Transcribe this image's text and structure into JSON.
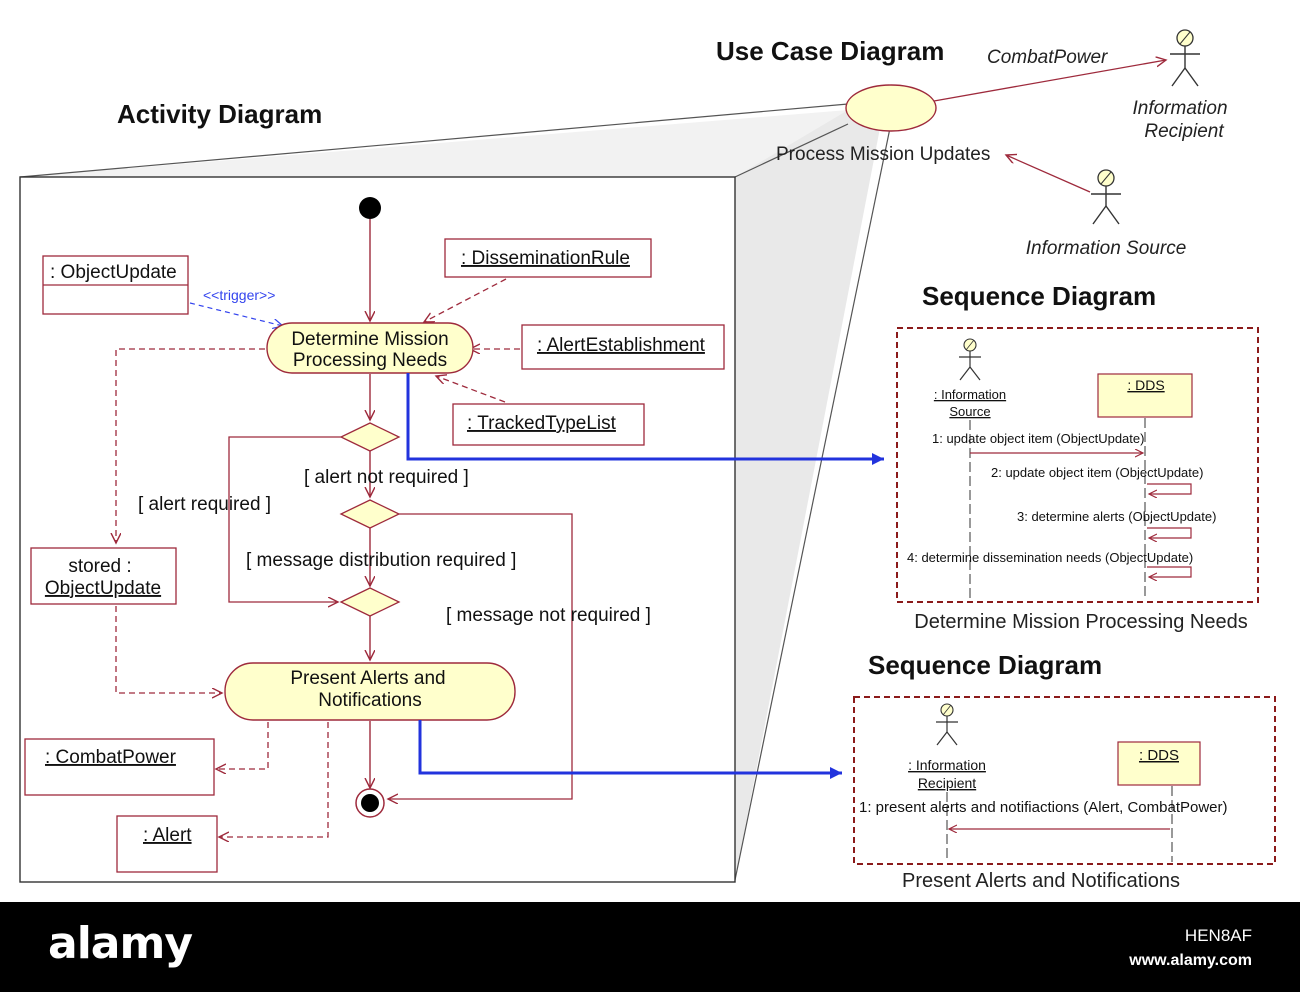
{
  "titles": {
    "use_case": "Use Case Diagram",
    "activity": "Activity Diagram",
    "sequence_top": "Sequence Diagram",
    "sequence_bottom": "Sequence Diagram"
  },
  "use_case": {
    "usecase_label": "Process Mission Updates",
    "association_label": "CombatPower",
    "actor_recipient_line1": "Information",
    "actor_recipient_line2": "Recipient",
    "actor_source": "Information Source"
  },
  "activity": {
    "object_update": ": ObjectUpdate",
    "trigger": "<<trigger>>",
    "dissemination_rule": ": DisseminationRule",
    "alert_establishment": ": AlertEstablishment",
    "tracked_type_list": ": TrackedTypeList",
    "action1_line1": "Determine Mission",
    "action1_line2": "Processing Needs",
    "guard_alert_not_required": "[ alert not required ]",
    "guard_alert_required": "[ alert required ]",
    "guard_msg_required": "[ message distribution required ]",
    "guard_msg_not_required": "[ message not required ]",
    "stored_line1": "stored :",
    "stored_line2": "ObjectUpdate",
    "action2_line1": "Present Alerts and",
    "action2_line2": "Notifications",
    "combat_power": ": CombatPower",
    "alert": ": Alert"
  },
  "seq1": {
    "actor_line1": ": Information",
    "actor_line2": "Source",
    "object": ": DDS",
    "msg1": "1: update object item (ObjectUpdate)",
    "msg2": "2: update object item (ObjectUpdate)",
    "msg3": "3: determine alerts (ObjectUpdate)",
    "msg4": "4: determine dissemination needs (ObjectUpdate)",
    "caption": "Determine Mission Processing Needs"
  },
  "seq2": {
    "actor_line1": ": Information",
    "actor_line2": "Recipient",
    "object": ": DDS",
    "msg1": "1: present alerts and notifiactions (Alert, CombatPower)",
    "caption": "Present Alerts and Notifications"
  },
  "footer": {
    "logo": "alamy",
    "image_id": "HEN8AF",
    "site": "www.alamy.com"
  },
  "colors": {
    "uml_red": "#9e2a3c",
    "fill_yellow": "#ffffcc",
    "link_blue": "#2233dd",
    "trigger_blue": "#3344ee",
    "frame_red": "#8b1a1a"
  }
}
